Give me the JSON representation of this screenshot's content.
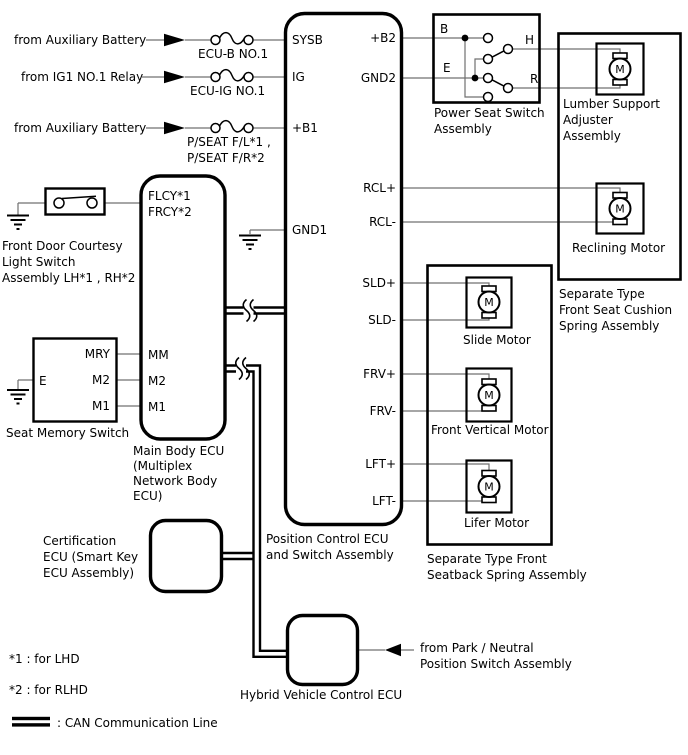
{
  "motor_label": "M",
  "sources": {
    "aux_battery_1": "from Auxiliary Battery",
    "ig1_relay": "from IG1 NO.1 Relay",
    "aux_battery_2": "from Auxiliary Battery",
    "park_neutral_line1": "from Park / Neutral",
    "park_neutral_line2": "Position Switch Assembly"
  },
  "fuses": {
    "ecu_b": "ECU-B NO.1",
    "ecu_ig": "ECU-IG NO.1",
    "pseat_line1": "P/SEAT F/L*1 ,",
    "pseat_line2": "P/SEAT F/R*2"
  },
  "position_ecu": {
    "pins_left": {
      "sysb": "SYSB",
      "ig": "IG",
      "b1": "+B1",
      "gnd1": "GND1"
    },
    "pins_right": {
      "b2": "+B2",
      "gnd2": "GND2",
      "rcl_p": "RCL+",
      "rcl_m": "RCL-",
      "sld_p": "SLD+",
      "sld_m": "SLD-",
      "frv_p": "FRV+",
      "frv_m": "FRV-",
      "lft_p": "LFT+",
      "lft_m": "LFT-"
    },
    "label_line1": "Position Control ECU",
    "label_line2": "and Switch Assembly"
  },
  "power_seat_switch": {
    "pin_b": "B",
    "pin_e": "E",
    "pin_h": "H",
    "pin_r": "R",
    "label_line1": "Power Seat Switch",
    "label_line2": "Assembly"
  },
  "cushion_assembly": {
    "lumber_line1": "Lumber Support",
    "lumber_line2": "Adjuster",
    "lumber_line3": "Assembly",
    "reclining_label": "Reclining Motor",
    "label_line1": "Separate Type",
    "label_line2": "Front Seat Cushion",
    "label_line3": "Spring Assembly"
  },
  "seatback_assembly": {
    "slide_label": "Slide Motor",
    "front_vertical_label": "Front Vertical Motor",
    "lifer_label": "Lifer Motor",
    "label_line1": "Separate Type Front",
    "label_line2": "Seatback Spring Assembly"
  },
  "main_body_ecu": {
    "pin_flcy": "FLCY*1",
    "pin_frcy": "FRCY*2",
    "pin_mm": "MM",
    "pin_m2": "M2",
    "pin_m1": "M1",
    "label_line1": "Main Body ECU",
    "label_line2": "(Multiplex",
    "label_line3": "Network Body",
    "label_line4": "ECU)"
  },
  "seat_memory_switch": {
    "pin_mry": "MRY",
    "pin_m2": "M2",
    "pin_m1": "M1",
    "pin_e": "E",
    "label": "Seat Memory Switch"
  },
  "courtesy_switch": {
    "label_line1": "Front Door Courtesy",
    "label_line2": "Light Switch",
    "label_line3": "Assembly LH*1 , RH*2"
  },
  "certification_ecu": {
    "label_line1": "Certification",
    "label_line2": "ECU (Smart Key",
    "label_line3": "ECU Assembly)"
  },
  "hybrid_ecu": {
    "label": "Hybrid Vehicle Control ECU"
  },
  "footnotes": {
    "note1": "*1 : for LHD",
    "note2": "*2 : for RLHD"
  },
  "legend": {
    "can_label": ": CAN Communication Line"
  }
}
